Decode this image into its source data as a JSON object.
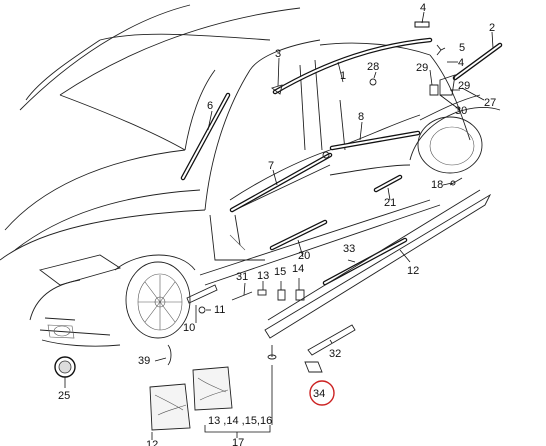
{
  "labels": {
    "p1": "1",
    "p2": "2",
    "p3": "3",
    "p4": "4",
    "p4b": "4",
    "p5": "5",
    "p6": "6",
    "p7": "7",
    "p8": "8",
    "p10": "10",
    "p11": "11",
    "p12": "12",
    "p13": "13",
    "p14": "14",
    "p15": "15",
    "p17": "17",
    "p18": "18",
    "p20": "20",
    "p21": "21",
    "p25": "25",
    "p27": "27",
    "p28": "28",
    "p29": "29",
    "p29b": "29",
    "p30": "30",
    "p31": "31",
    "p32": "32",
    "p33": "33",
    "p34": "34",
    "p39": "39",
    "bag_group": "13 ,14 ,15,16",
    "p12_cut": "12"
  },
  "colors": {
    "highlight": "#cc2222",
    "line": "#222222"
  }
}
